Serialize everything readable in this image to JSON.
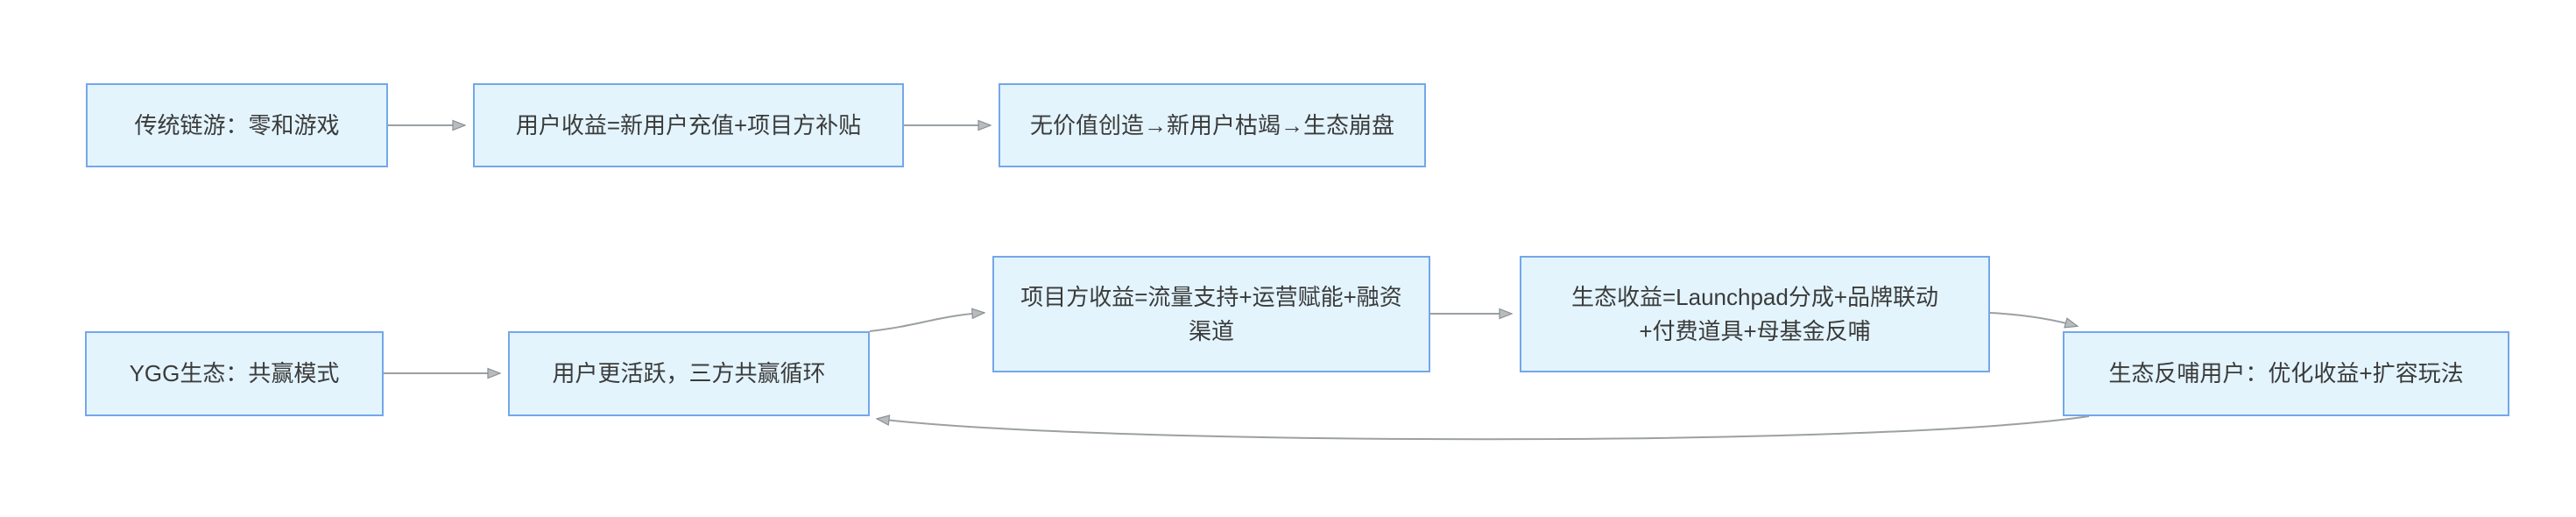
{
  "colors": {
    "background": "#ffffff",
    "node_fill": "#e3f4fd",
    "node_border": "#74a7ea",
    "node_text": "#3b3b3b",
    "edge_line": "#9ba0a3",
    "arrowhead_fill": "#b8bcbe",
    "arrowhead_stroke": "#8a8f93"
  },
  "nodes": {
    "t1": {
      "label": "传统链游：零和游戏"
    },
    "t2": {
      "label": "用户收益=新用户充值+项目方补贴"
    },
    "t3": {
      "label": "无价值创造→新用户枯竭→生态崩盘"
    },
    "b1": {
      "label": "YGG生态：共赢模式"
    },
    "b2": {
      "label": "用户更活跃，三方共赢循环"
    },
    "b3": {
      "label": "项目方收益=流量支持+运营赋能+融资\n渠道"
    },
    "b4": {
      "label": "生态收益=Launchpad分成+品牌联动\n+付费道具+母基金反哺"
    },
    "b5": {
      "label": "生态反哺用户：优化收益+扩容玩法"
    }
  },
  "edges": [
    {
      "from": "t1",
      "to": "t2",
      "style": "straight-arrow"
    },
    {
      "from": "t2",
      "to": "t3",
      "style": "straight-arrow"
    },
    {
      "from": "b1",
      "to": "b2",
      "style": "straight-arrow"
    },
    {
      "from": "b2",
      "to": "b3",
      "style": "curved-arrow"
    },
    {
      "from": "b3",
      "to": "b4",
      "style": "straight-arrow"
    },
    {
      "from": "b4",
      "to": "b5",
      "style": "curved-arrow"
    },
    {
      "from": "b5",
      "to": "b2",
      "style": "curved-feedback-arrow"
    }
  ]
}
